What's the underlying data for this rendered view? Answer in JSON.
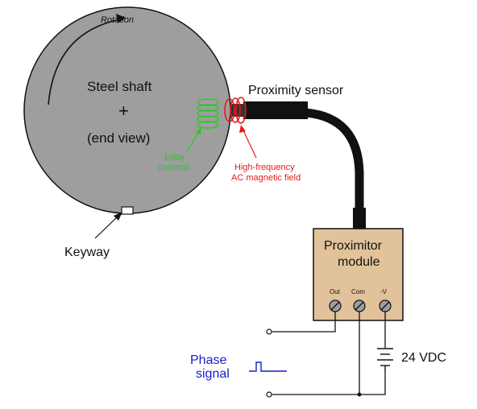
{
  "colors": {
    "shaft_fill": "#9e9e9e",
    "outline": "#111111",
    "module_fill": "#e2c29a",
    "eddy": "#22cc22",
    "field": "#e8181a",
    "phase": "#1a1acc",
    "cable": "#111111"
  },
  "shaft": {
    "rotation_label": "Rotation",
    "name": "Steel shaft",
    "center_mark": "+",
    "view_label": "(end view)",
    "keyway_label": "Keyway"
  },
  "eddy": {
    "line1": "Eddy",
    "line2": "currents"
  },
  "field": {
    "line1": "High-frequency",
    "line2": "AC magnetic field"
  },
  "sensor": {
    "label": "Proximity sensor"
  },
  "module": {
    "line1": "Proximitor",
    "line2": "module",
    "terminals": [
      "Out",
      "Com",
      "-V"
    ]
  },
  "supply": {
    "label": "24 VDC"
  },
  "phase": {
    "line1": "Phase",
    "line2": "signal"
  }
}
